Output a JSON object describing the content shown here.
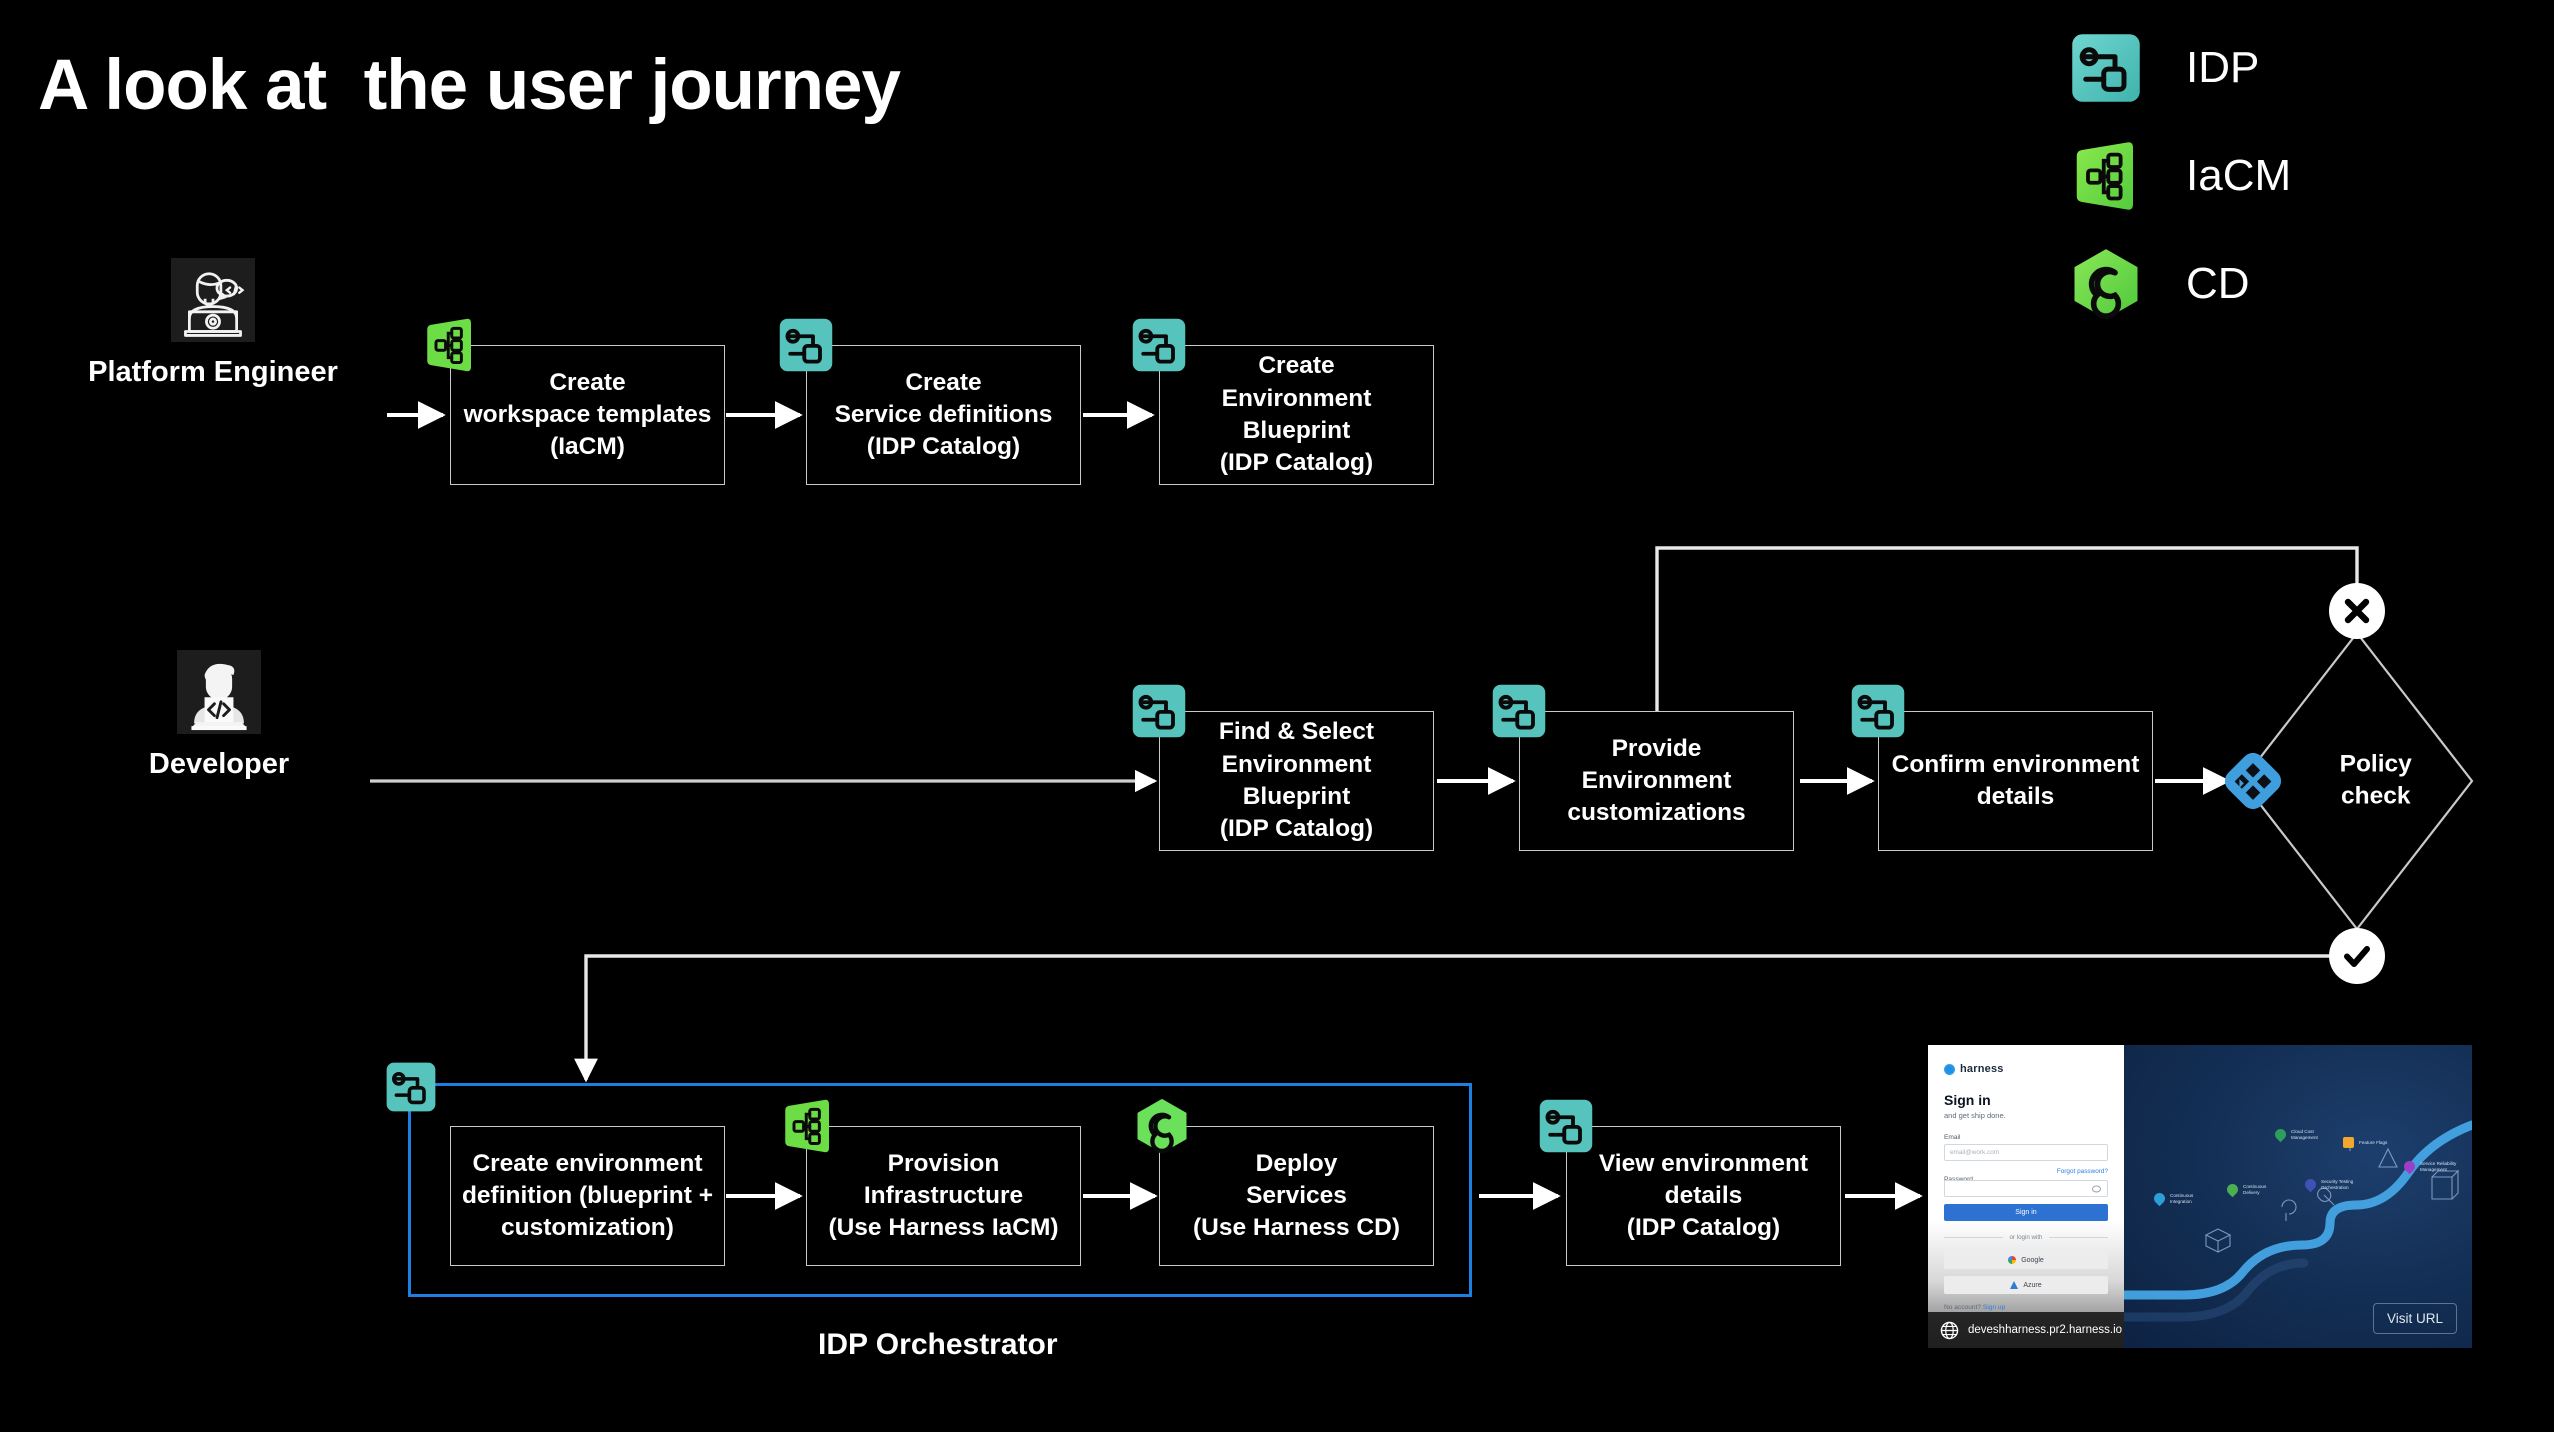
{
  "slide": {
    "title": "A look at  the user journey",
    "background": "#000000"
  },
  "colors": {
    "idp_teal": "#56c3bd",
    "iacm_green": "#6ee046",
    "cd_green": "#6be05a",
    "policy_blue": "#3e9ede",
    "group_blue": "#1e7fe0",
    "line": "#cfcfcf",
    "text": "#ffffff"
  },
  "legend": {
    "items": [
      {
        "label": "IDP",
        "icon": "idp-icon"
      },
      {
        "label": "IaCM",
        "icon": "iacm-icon"
      },
      {
        "label": "CD",
        "icon": "cd-icon"
      }
    ]
  },
  "lanes": [
    {
      "persona": {
        "label": "Platform Engineer",
        "icon": "platform-engineer-avatar"
      },
      "steps": [
        {
          "text": "Create\nworkspace templates\n(IaCM)",
          "icon": "iacm-icon"
        },
        {
          "text": "Create\nService definitions\n(IDP Catalog)",
          "icon": "idp-icon"
        },
        {
          "text": "Create\nEnvironment Blueprint\n(IDP Catalog)",
          "icon": "idp-icon"
        }
      ]
    },
    {
      "persona": {
        "label": "Developer",
        "icon": "developer-avatar"
      },
      "steps": [
        {
          "text": "Find & Select\nEnvironment Blueprint\n(IDP Catalog)",
          "icon": "idp-icon"
        },
        {
          "text": "Provide\nEnvironment\ncustomizations",
          "icon": "idp-icon"
        },
        {
          "text": "Confirm environment\ndetails",
          "icon": "idp-icon"
        }
      ],
      "decision": {
        "label": "Policy\ncheck",
        "icon": "policy-opa-icon",
        "reject_badge": "reject-x-icon",
        "approve_badge": "approve-check-icon"
      }
    },
    {
      "group": {
        "label": "IDP Orchestrator",
        "icon": "idp-icon"
      },
      "steps": [
        {
          "text": "Create environment\ndefinition (blueprint +\ncustomization)",
          "icon": null
        },
        {
          "text": "Provision\nInfrastructure\n(Use Harness IaCM)",
          "icon": "iacm-icon"
        },
        {
          "text": "Deploy\nServices\n(Use Harness CD)",
          "icon": "cd-icon"
        }
      ],
      "after": [
        {
          "text": "View environment\ndetails\n(IDP Catalog)",
          "icon": "idp-icon"
        }
      ]
    }
  ],
  "preview": {
    "brand": "harness",
    "heading": "Sign in",
    "subheading": "and get ship done.",
    "email_label": "Email",
    "email_placeholder": "email@work.com",
    "password_label": "Password",
    "forgot_link": "Forgot password?",
    "submit_label": "Sign in",
    "divider_label": "or login with",
    "sso": [
      "Google",
      "Azure"
    ],
    "no_account_text": "No account?",
    "signup_link": "Sign up",
    "url": "deveshharness.pr2.harness.io",
    "visit_button": "Visit URL",
    "graphic_nodes": [
      {
        "label": "Continuous\nIntegration",
        "color": "#2b9fd6"
      },
      {
        "label": "Continuous\nDelivery",
        "color": "#4caf50"
      },
      {
        "label": "Cloud Cost\nManagement",
        "color": "#2e9e5b"
      },
      {
        "label": "Security Testing\nOrchestration",
        "color": "#3f51b5"
      },
      {
        "label": "Feature Flags",
        "color": "#f0a830"
      },
      {
        "label": "Service Reliability\nManagement",
        "color": "#9c3fc4"
      }
    ]
  }
}
